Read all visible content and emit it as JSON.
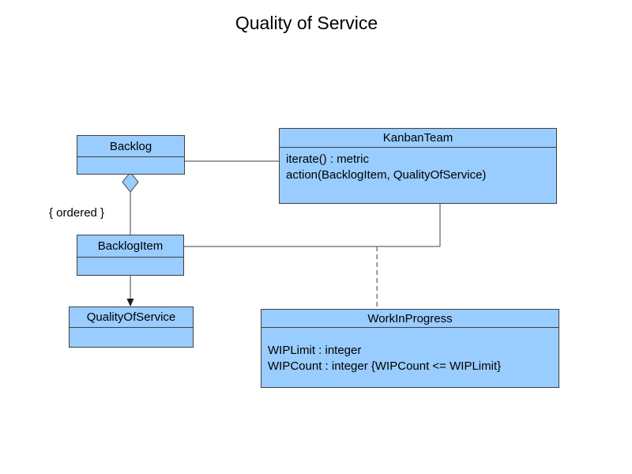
{
  "title": "Quality of Service",
  "colors": {
    "background": "#FFFFFF",
    "class_fill": "#99CCFF",
    "class_border": "#404040",
    "text": "#000000",
    "association_line": "#404040",
    "dashed_line": "#7A7A7A"
  },
  "diagram": {
    "classes": [
      {
        "id": "backlog",
        "name": "Backlog",
        "members": []
      },
      {
        "id": "kanban-team",
        "name": "KanbanTeam",
        "members": [
          "iterate() : metric",
          "action(BacklogItem, QualityOfService)"
        ]
      },
      {
        "id": "backlog-item",
        "name": "BacklogItem",
        "members": []
      },
      {
        "id": "quality-of-service",
        "name": "QualityOfService",
        "members": []
      },
      {
        "id": "work-in-progress",
        "name": "WorkInProgress",
        "members": [
          "WIPLimit : integer",
          "WIPCount : integer {WIPCount <= WIPLimit}"
        ]
      }
    ],
    "labels": [
      {
        "id": "ordered-constraint",
        "text": "{ ordered }"
      }
    ],
    "relationships": [
      {
        "from": "Backlog",
        "to": "KanbanTeam",
        "type": "association"
      },
      {
        "from": "Backlog",
        "to": "BacklogItem",
        "type": "aggregation",
        "label": "{ ordered }"
      },
      {
        "from": "BacklogItem",
        "to": "QualityOfService",
        "type": "directed-association"
      },
      {
        "from": "BacklogItem",
        "to": "KanbanTeam",
        "type": "association"
      },
      {
        "from": "BacklogItem-KanbanTeam association",
        "to": "WorkInProgress",
        "type": "dashed-attachment"
      }
    ]
  }
}
